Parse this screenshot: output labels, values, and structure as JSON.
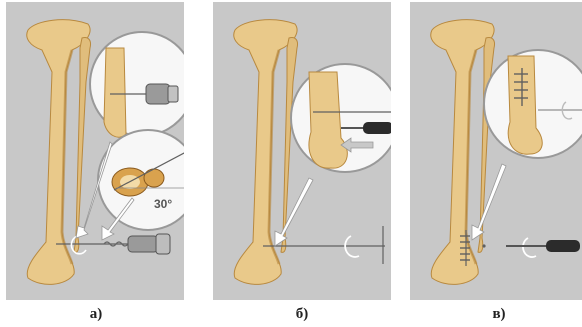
{
  "figure": {
    "panels": [
      {
        "id": "a",
        "caption": "а)",
        "angle_label": "30°"
      },
      {
        "id": "b",
        "caption": "б)"
      },
      {
        "id": "c",
        "caption": "в)"
      }
    ]
  },
  "colors": {
    "background": "#c8c8c8",
    "bone_fill": "#e9c98a",
    "bone_shadow": "#b8893f",
    "wire": "#606060",
    "driver_handle": "#2b2b2b",
    "arrow_fill": "#ffffff"
  },
  "icons": [
    "tibia-fibula-bone-icon",
    "zoom-circle-icon",
    "drill-icon",
    "screwdriver-icon",
    "rotation-arrow-icon",
    "direction-arrow-icon"
  ]
}
